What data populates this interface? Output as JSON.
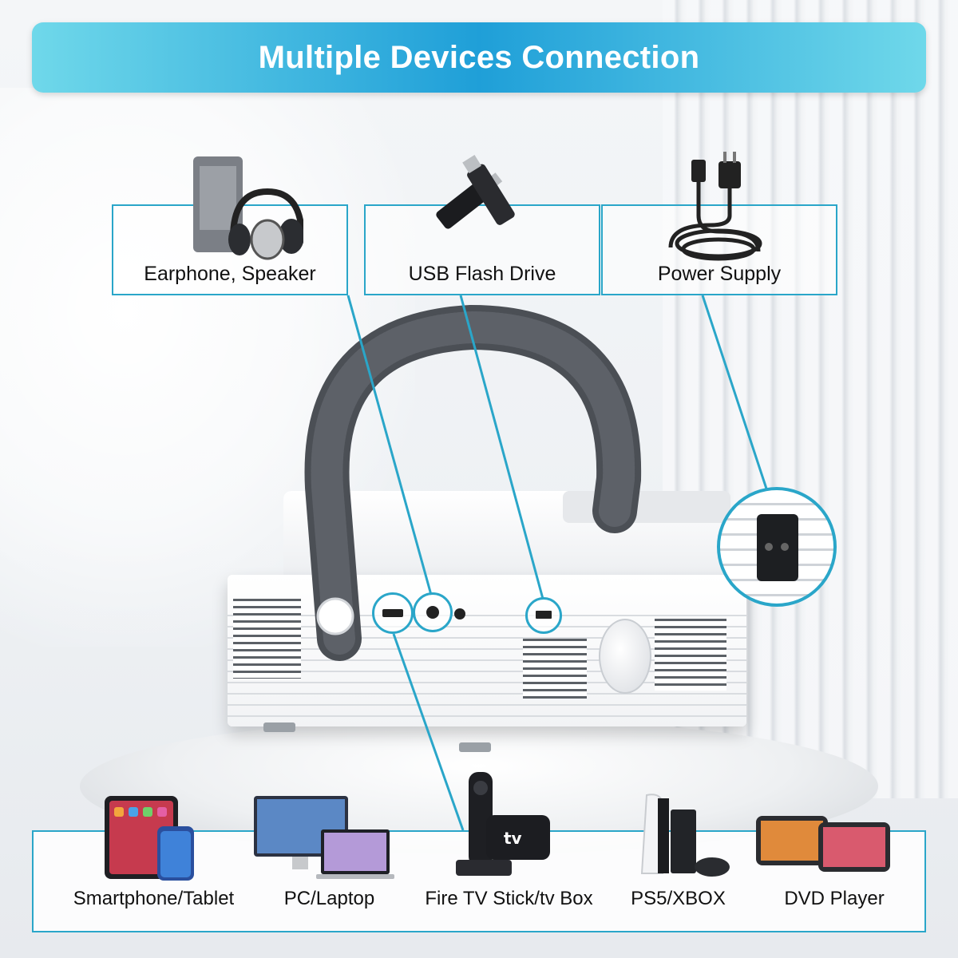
{
  "banner": {
    "title": "Multiple Devices Connection"
  },
  "top_devices": [
    {
      "label": "Earphone, Speaker",
      "icon": "speaker-headphones-icon"
    },
    {
      "label": "USB Flash Drive",
      "icon": "usb-drive-icon"
    },
    {
      "label": "Power Supply",
      "icon": "power-cord-icon"
    }
  ],
  "bottom_devices": [
    {
      "label": "Smartphone/Tablet",
      "icon": "smartphone-tablet-icon"
    },
    {
      "label": "PC/Laptop",
      "icon": "pc-laptop-icon"
    },
    {
      "label": "Fire TV Stick/tv Box",
      "icon": "fire-tv-stick-icon"
    },
    {
      "label": "PS5/XBOX",
      "icon": "game-console-icon"
    },
    {
      "label": "DVD Player",
      "icon": "dvd-player-icon"
    }
  ],
  "tv_box_brand": "tv",
  "colors": {
    "accent": "#2aa6c9",
    "banner_start": "#6fd8ea",
    "banner_mid": "#1f9fd8"
  }
}
